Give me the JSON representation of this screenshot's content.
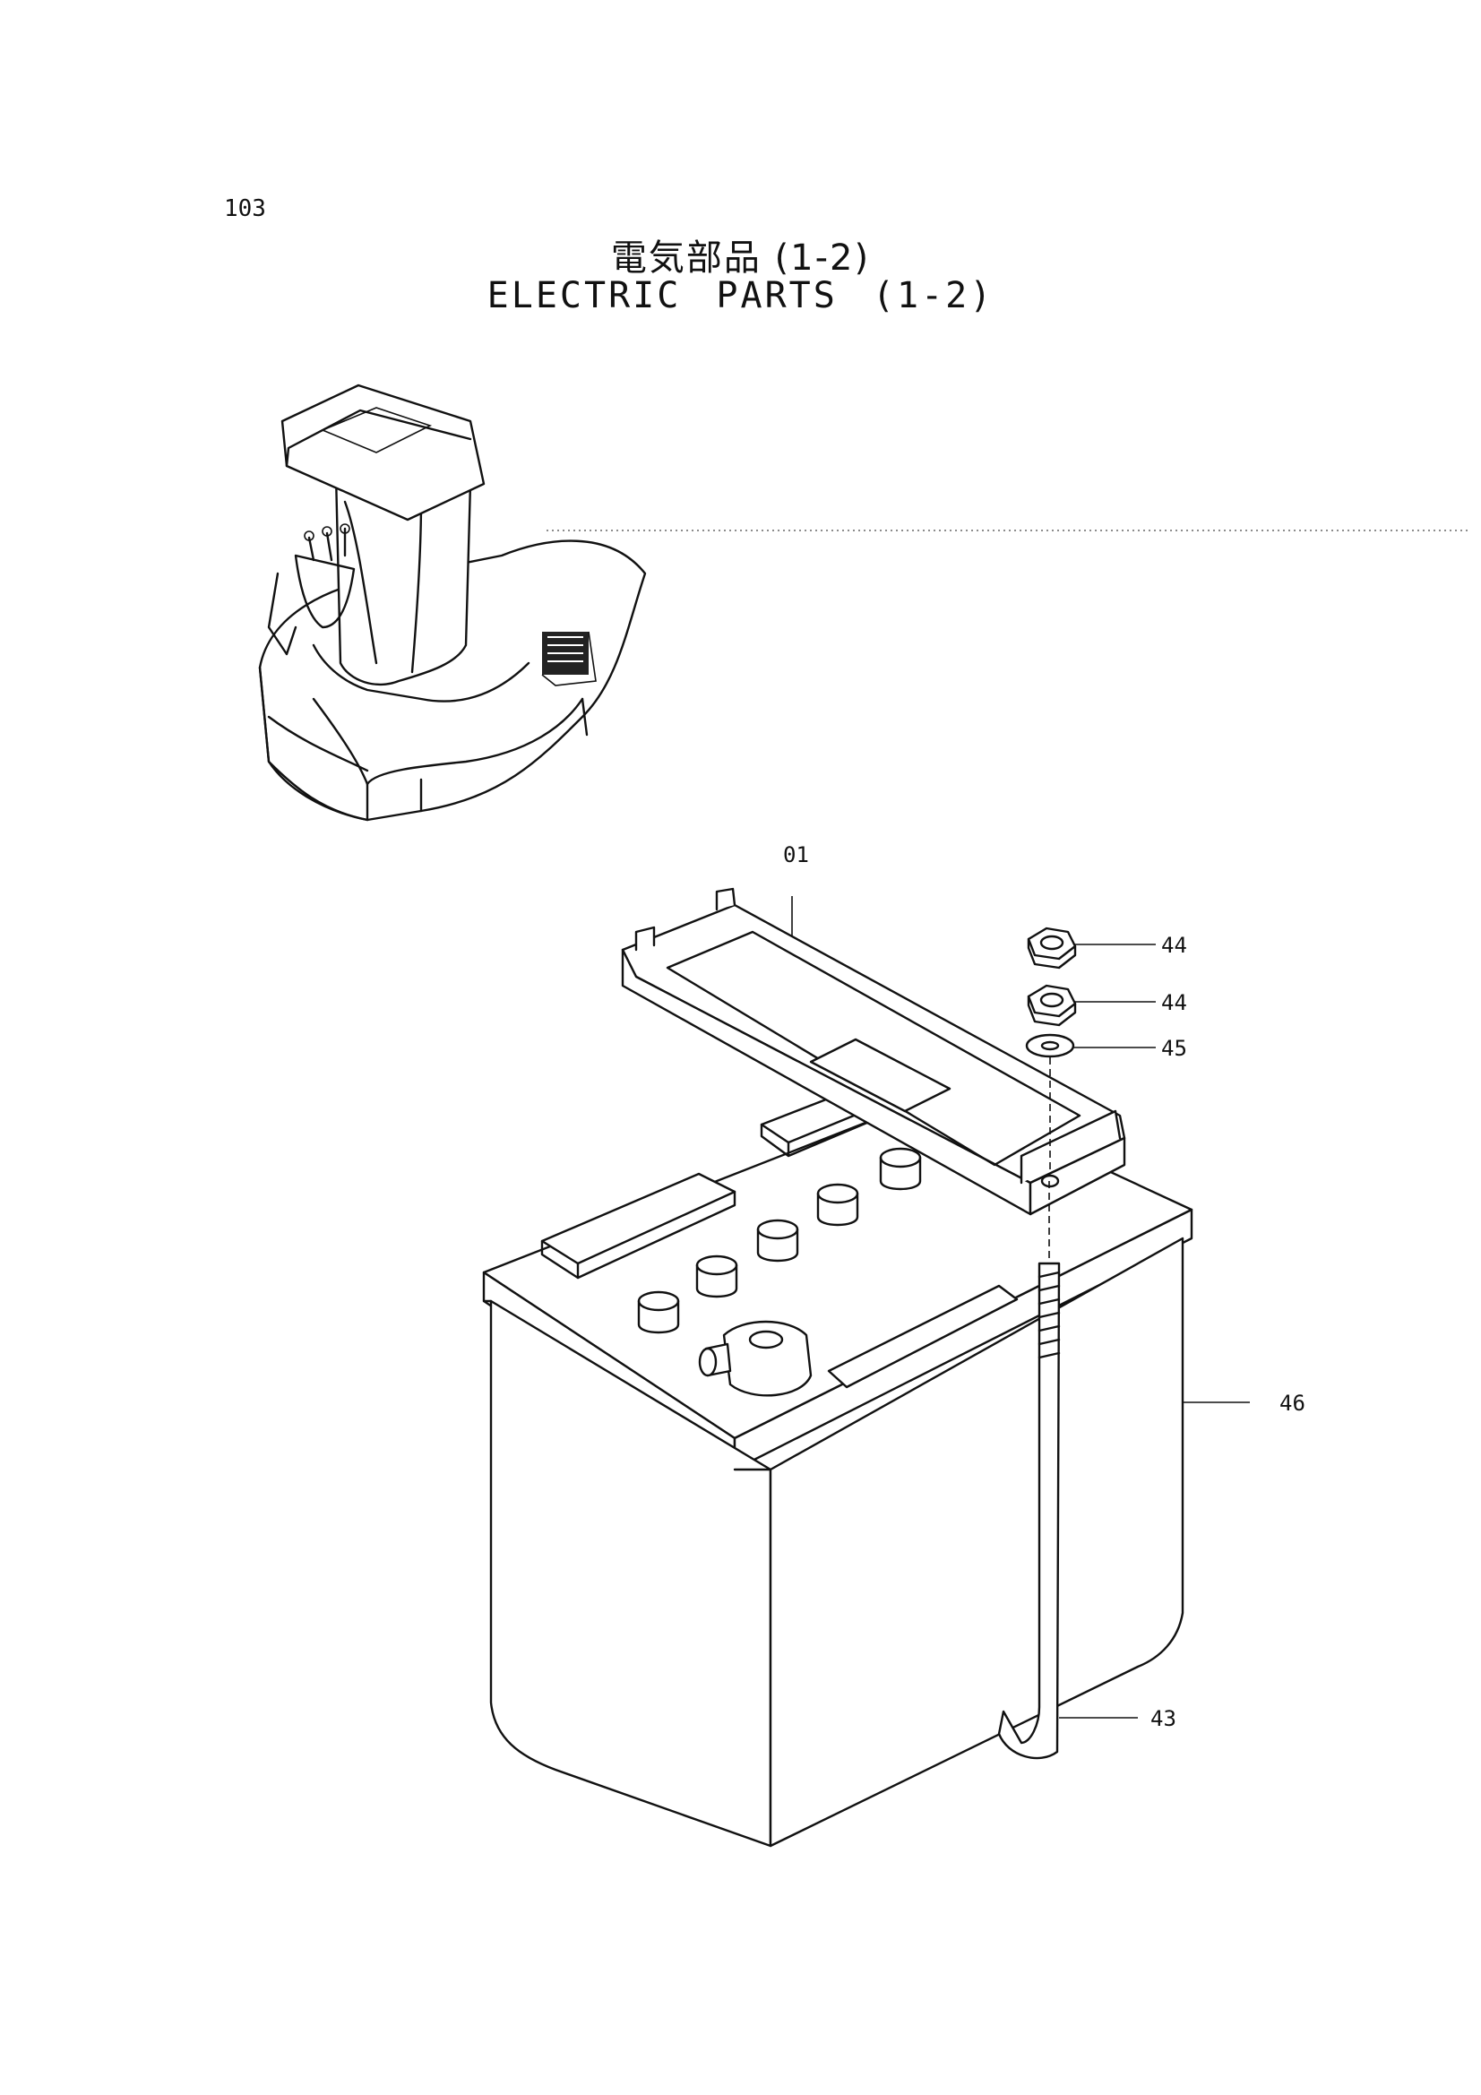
{
  "page": {
    "number": "103",
    "title_jp": "電気部品 (1-2)",
    "title_en": "ELECTRIC PARTS (1-2)"
  },
  "callouts": [
    {
      "id": "01",
      "part": "battery-hold-down-bracket"
    },
    {
      "id": "44",
      "part": "nut-upper"
    },
    {
      "id": "44",
      "part": "nut-lower"
    },
    {
      "id": "45",
      "part": "washer"
    },
    {
      "id": "46",
      "part": "battery"
    },
    {
      "id": "43",
      "part": "j-bolt"
    }
  ]
}
